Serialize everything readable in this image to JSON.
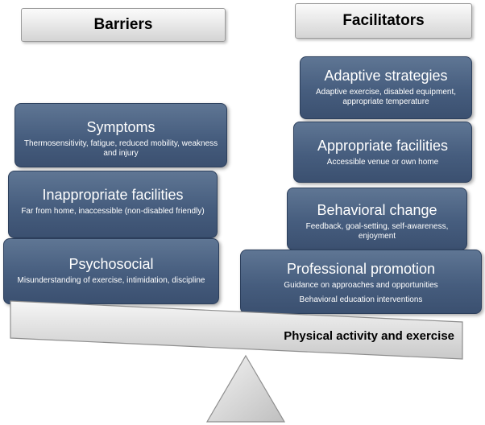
{
  "headers": {
    "barriers": "Barriers",
    "facilitators": "Facilitators"
  },
  "barriers": [
    {
      "title": "Symptoms",
      "desc": "Thermosensitivity, fatigue, reduced mobility, weakness and injury"
    },
    {
      "title": "Inappropriate facilities",
      "desc": "Far from home, inaccessible (non-disabled friendly)"
    },
    {
      "title": "Psychosocial",
      "desc": "Misunderstanding of exercise, intimidation, discipline"
    }
  ],
  "facilitators": [
    {
      "title": "Adaptive strategies",
      "desc": "Adaptive exercise, disabled equipment, appropriate temperature"
    },
    {
      "title": "Appropriate facilities",
      "desc": "Accessible venue or own home"
    },
    {
      "title": "Behavioral change",
      "desc": "Feedback, goal-setting, self-awareness, enjoyment"
    },
    {
      "title": "Professional promotion",
      "desc": "Guidance on approaches and opportunities",
      "desc2": "Behavioral education interventions"
    }
  ],
  "beam": {
    "label": "Physical activity and exercise"
  },
  "colors": {
    "box_fill": "#4a6182",
    "box_border": "#2c3f5c",
    "header_fill": "#e6e6e6",
    "beam_fill": "#e0e0e0"
  }
}
